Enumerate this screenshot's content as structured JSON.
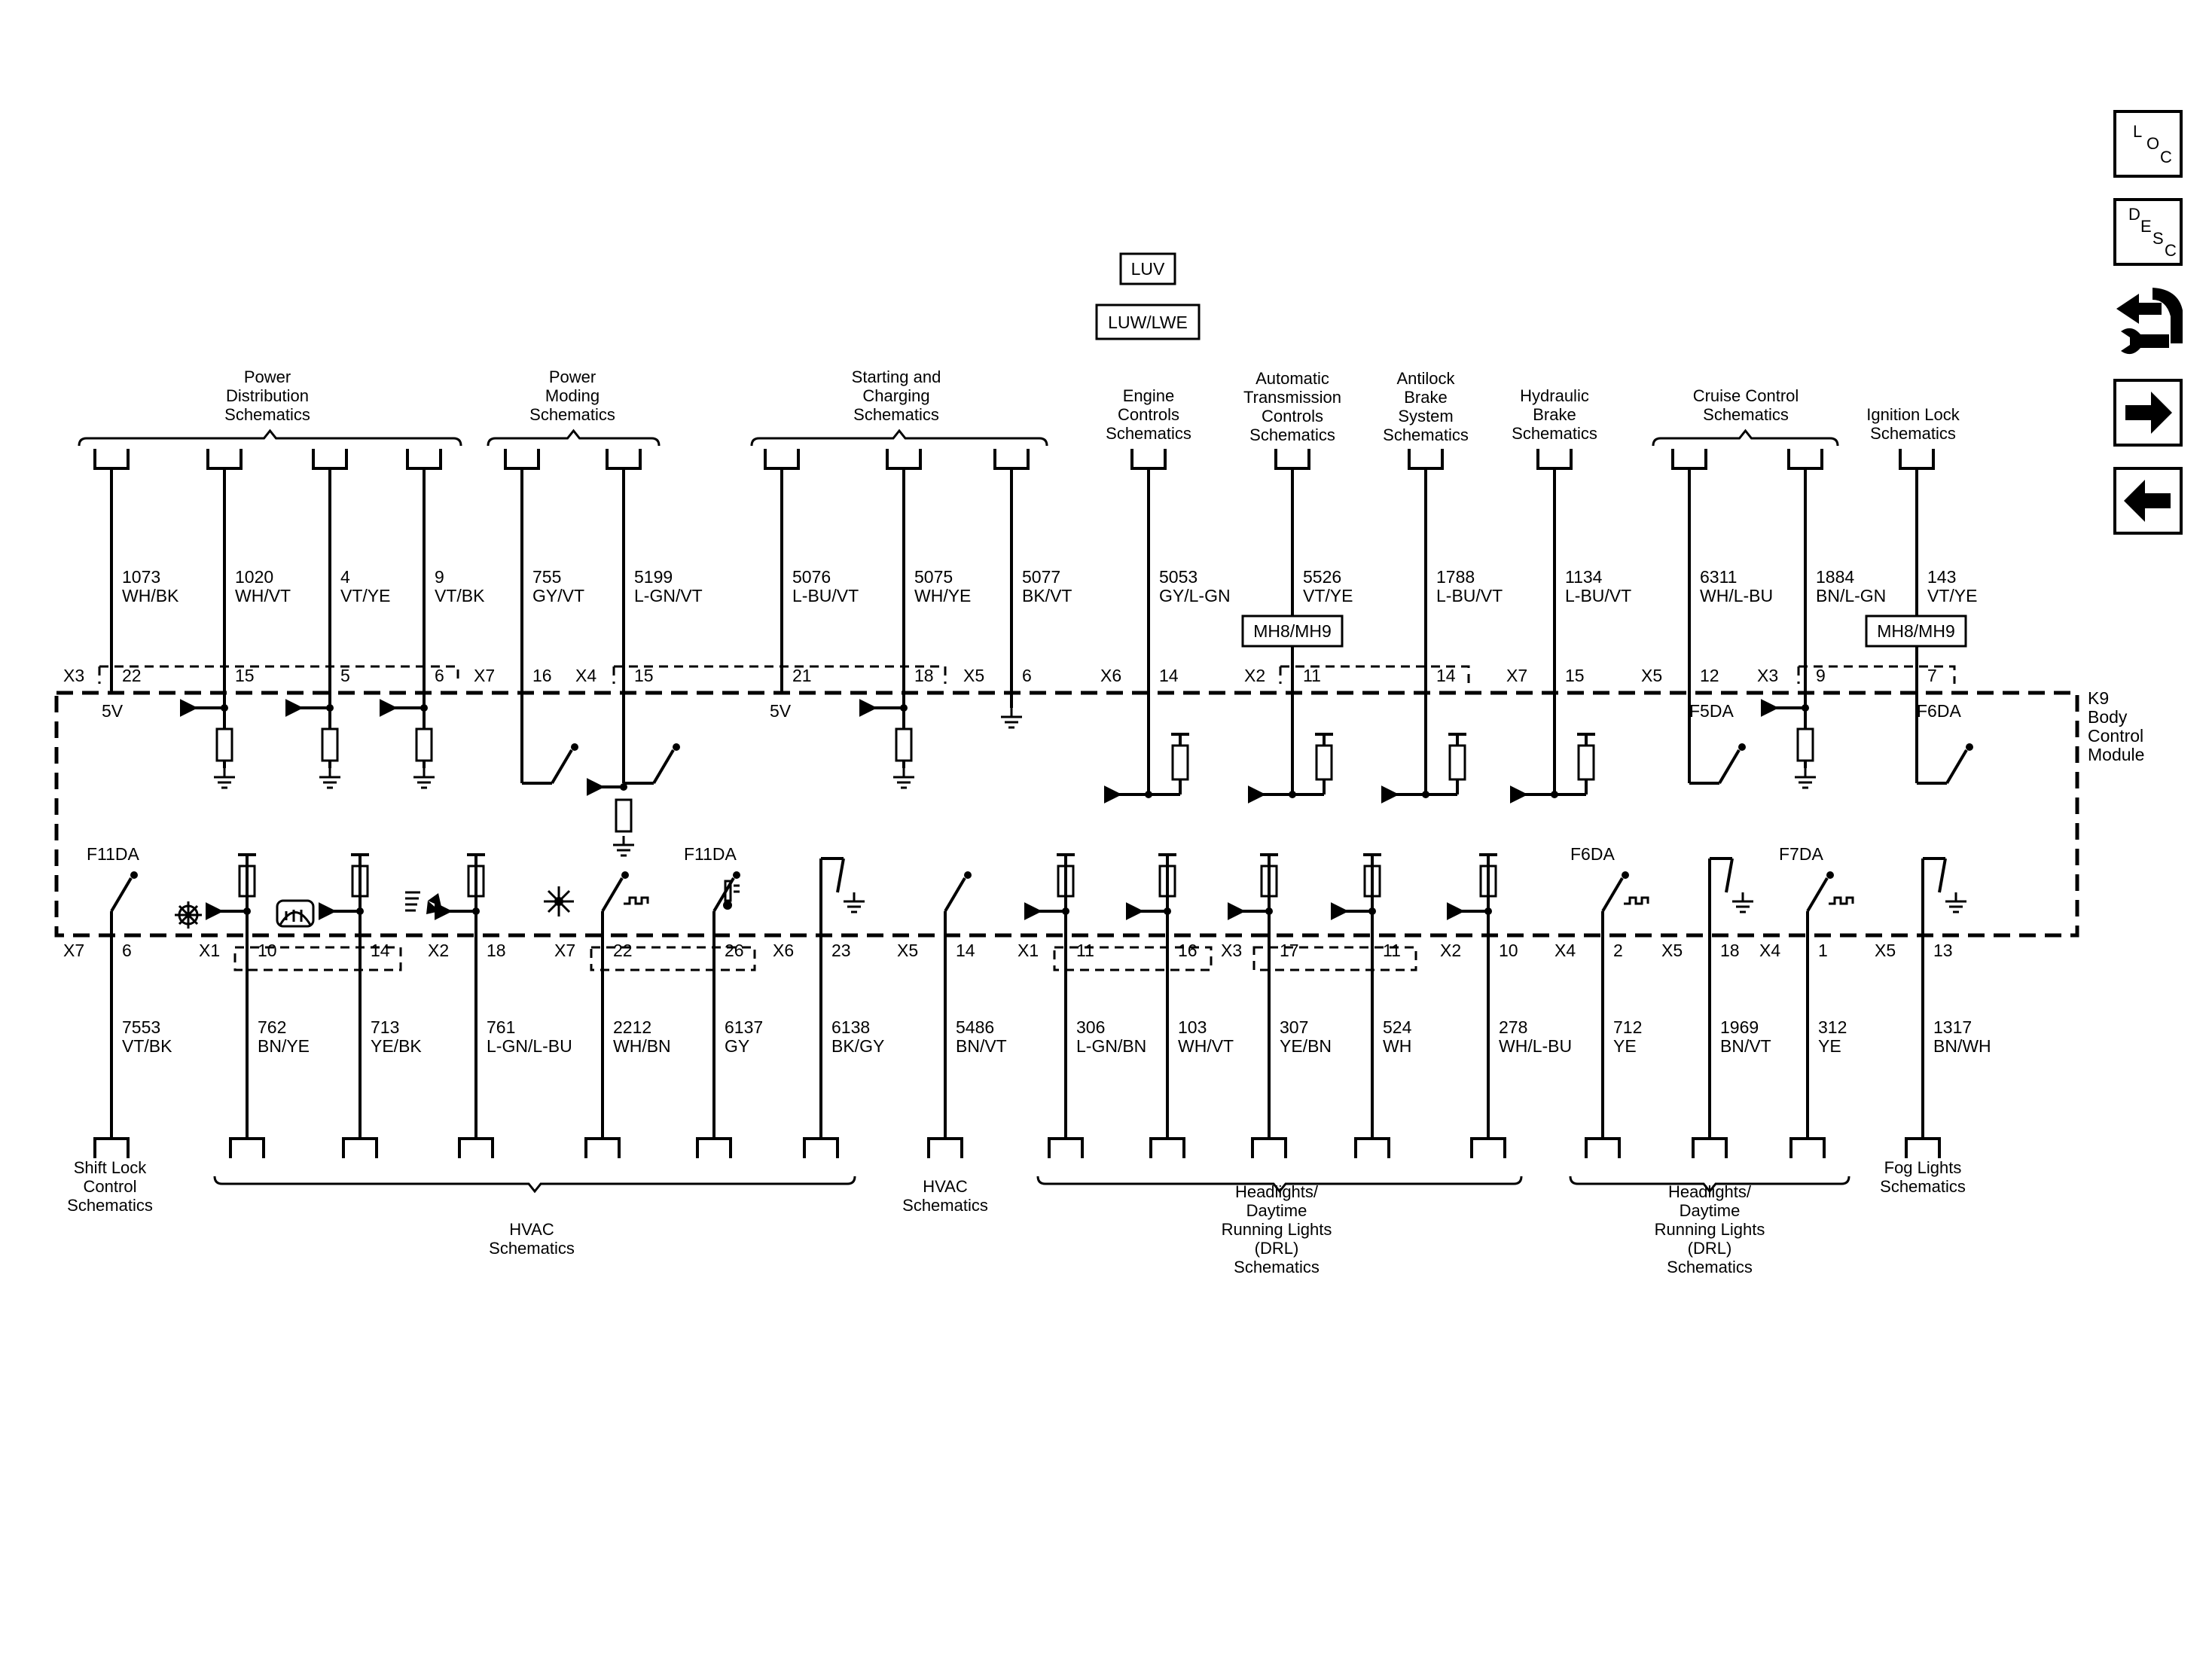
{
  "module": {
    "line1": "K9",
    "line2": "Body",
    "line3": "Control",
    "line4": "Module"
  },
  "options": [
    "LUV",
    "LUW/LWE"
  ],
  "nav": {
    "loc": [
      "L",
      "O",
      "C"
    ],
    "desc": [
      "D",
      "E",
      "S",
      "C"
    ]
  },
  "top_groups": [
    {
      "lines": [
        "Power",
        "Distribution",
        "Schematics"
      ]
    },
    {
      "lines": [
        "Power",
        "Moding",
        "Schematics"
      ]
    },
    {
      "lines": [
        "Starting and",
        "Charging",
        "Schematics"
      ]
    },
    {
      "lines": [
        "Engine",
        "Controls",
        "Schematics"
      ]
    },
    {
      "lines": [
        "Automatic",
        "Transmission",
        "Controls",
        "Schematics"
      ]
    },
    {
      "lines": [
        "Antilock",
        "Brake",
        "System",
        "Schematics"
      ]
    },
    {
      "lines": [
        "Hydraulic",
        "Brake",
        "Schematics"
      ]
    },
    {
      "lines": [
        "Cruise Control",
        "Schematics"
      ]
    },
    {
      "lines": [
        "Ignition Lock",
        "Schematics"
      ]
    }
  ],
  "top_wires": [
    {
      "circuit": "1073",
      "color": "WH/BK",
      "pin": "22",
      "conn": "X3"
    },
    {
      "circuit": "1020",
      "color": "WH/VT",
      "pin": "15",
      "conn": ""
    },
    {
      "circuit": "4",
      "color": "VT/YE",
      "pin": "5",
      "conn": ""
    },
    {
      "circuit": "9",
      "color": "VT/BK",
      "pin": "6",
      "conn": ""
    },
    {
      "circuit": "755",
      "color": "GY/VT",
      "pin": "16",
      "conn": "X7"
    },
    {
      "circuit": "5199",
      "color": "L-GN/VT",
      "pin": "15",
      "conn": "X4"
    },
    {
      "circuit": "5076",
      "color": "L-BU/VT",
      "pin": "21",
      "conn": ""
    },
    {
      "circuit": "5075",
      "color": "WH/YE",
      "pin": "18",
      "conn": ""
    },
    {
      "circuit": "5077",
      "color": "BK/VT",
      "pin": "6",
      "conn": "X5"
    },
    {
      "circuit": "5053",
      "color": "GY/L-GN",
      "pin": "14",
      "conn": "X6"
    },
    {
      "circuit": "5526",
      "color": "VT/YE",
      "pin": "11",
      "conn": "X2"
    },
    {
      "circuit": "1788",
      "color": "L-BU/VT",
      "pin": "14",
      "conn": ""
    },
    {
      "circuit": "1134",
      "color": "L-BU/VT",
      "pin": "15",
      "conn": "X7"
    },
    {
      "circuit": "6311",
      "color": "WH/L-BU",
      "pin": "12",
      "conn": "X5"
    },
    {
      "circuit": "1884",
      "color": "BN/L-GN",
      "pin": "9",
      "conn": "X3"
    },
    {
      "circuit": "143",
      "color": "VT/YE",
      "pin": "7",
      "conn": ""
    }
  ],
  "top_tags": [
    "MH8/MH9",
    "MH8/MH9"
  ],
  "inner_top": [
    "5V",
    "5V",
    "F5DA",
    "F6DA"
  ],
  "bottom_wires": [
    {
      "circuit": "7553",
      "color": "VT/BK",
      "pin": "6",
      "conn": "X7"
    },
    {
      "circuit": "762",
      "color": "BN/YE",
      "pin": "10",
      "conn": "X1"
    },
    {
      "circuit": "713",
      "color": "YE/BK",
      "pin": "14",
      "conn": ""
    },
    {
      "circuit": "761",
      "color": "L-GN/L-BU",
      "pin": "18",
      "conn": "X2"
    },
    {
      "circuit": "2212",
      "color": "WH/BN",
      "pin": "22",
      "conn": "X7"
    },
    {
      "circuit": "6137",
      "color": "GY",
      "pin": "26",
      "conn": ""
    },
    {
      "circuit": "6138",
      "color": "BK/GY",
      "pin": "23",
      "conn": "X6"
    },
    {
      "circuit": "5486",
      "color": "BN/VT",
      "pin": "14",
      "conn": "X5"
    },
    {
      "circuit": "306",
      "color": "L-GN/BN",
      "pin": "11",
      "conn": "X1"
    },
    {
      "circuit": "103",
      "color": "WH/VT",
      "pin": "16",
      "conn": ""
    },
    {
      "circuit": "307",
      "color": "YE/BN",
      "pin": "17",
      "conn": "X3"
    },
    {
      "circuit": "524",
      "color": "WH",
      "pin": "11",
      "conn": ""
    },
    {
      "circuit": "278",
      "color": "WH/L-BU",
      "pin": "10",
      "conn": "X2"
    },
    {
      "circuit": "712",
      "color": "YE",
      "pin": "2",
      "conn": "X4"
    },
    {
      "circuit": "1969",
      "color": "BN/VT",
      "pin": "18",
      "conn": "X5"
    },
    {
      "circuit": "312",
      "color": "YE",
      "pin": "1",
      "conn": "X4"
    },
    {
      "circuit": "1317",
      "color": "BN/WH",
      "pin": "13",
      "conn": "X5"
    }
  ],
  "inner_bottom": [
    "F11DA",
    "F11DA",
    "F6DA",
    "F7DA"
  ],
  "bottom_groups": [
    {
      "lines": [
        "Shift Lock",
        "Control",
        "Schematics"
      ]
    },
    {
      "lines": [
        "HVAC",
        "Schematics"
      ]
    },
    {
      "lines": [
        "HVAC",
        "Schematics"
      ]
    },
    {
      "lines": [
        "Headlights/",
        "Daytime",
        "Running Lights",
        "(DRL)",
        "Schematics"
      ]
    },
    {
      "lines": [
        "Headlights/",
        "Daytime",
        "Running Lights",
        "(DRL)",
        "Schematics"
      ]
    },
    {
      "lines": [
        "Fog Lights",
        "Schematics"
      ]
    }
  ]
}
